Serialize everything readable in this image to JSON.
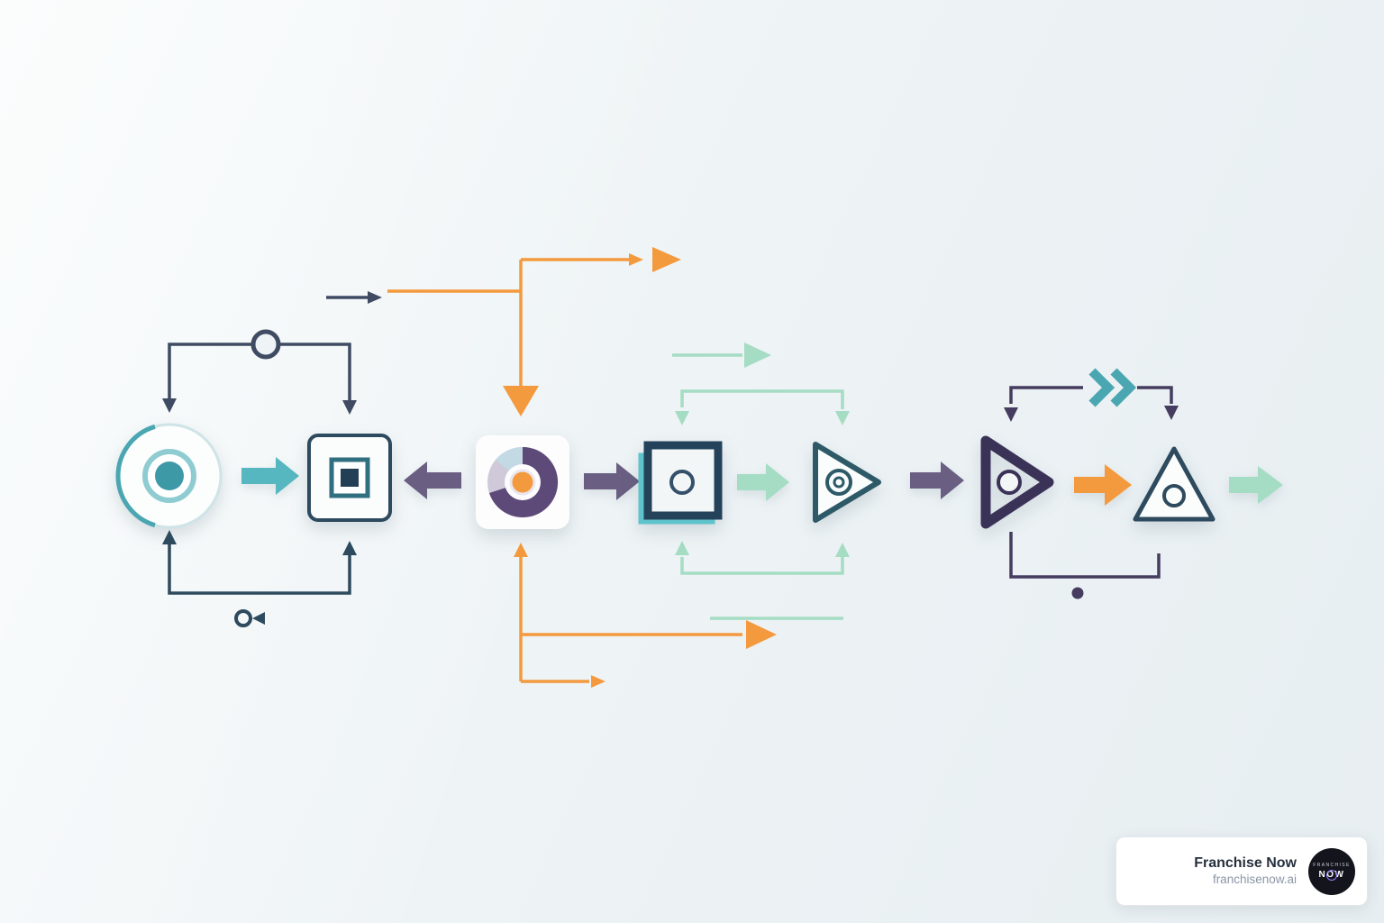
{
  "meta": {
    "title": "Abstract process flow illustration"
  },
  "palette": {
    "navy": "#2e4a5e",
    "slate": "#3f4b63",
    "teal": "#4aa6b1",
    "tealArrow": "#56b7c1",
    "mint": "#a5dcc4",
    "orange": "#f49a3e",
    "purple": "#6a5f82",
    "darkPurple": "#453c5f",
    "donutPurple": "#5d4a78",
    "inkTitle": "#26303d",
    "inkSub": "#8b96a5"
  },
  "diagram": {
    "type": "flowchart-illustration",
    "nodes": [
      {
        "id": "concentric-circle",
        "shape": "circle with teal ring and solid teal core"
      },
      {
        "id": "nested-square",
        "shape": "rounded square with inner square outline and solid core"
      },
      {
        "id": "donut-chart-card",
        "shape": "rounded card with purple donut and orange center"
      },
      {
        "id": "layered-square",
        "shape": "dark square outline over teal square outline with center circle"
      },
      {
        "id": "rounded-play-triangle",
        "shape": "right-pointing rounded triangle with double-ring circle"
      },
      {
        "id": "bold-play-triangle",
        "shape": "thick right-pointing triangle outline with circle"
      },
      {
        "id": "up-triangle",
        "shape": "upward rounded triangle outline with circle"
      }
    ],
    "flow_arrows": [
      "teal-right",
      "purple-left",
      "purple-right",
      "mint-right",
      "purple-right",
      "orange-right",
      "mint-right"
    ],
    "connector_colors_used": [
      "navy",
      "slate",
      "orange",
      "mint",
      "darkPurple",
      "teal"
    ]
  },
  "watermark": {
    "title": "Franchise Now",
    "url": "franchisenow.ai",
    "logo_top": "FRANCHISE",
    "logo_main": "NOW"
  }
}
